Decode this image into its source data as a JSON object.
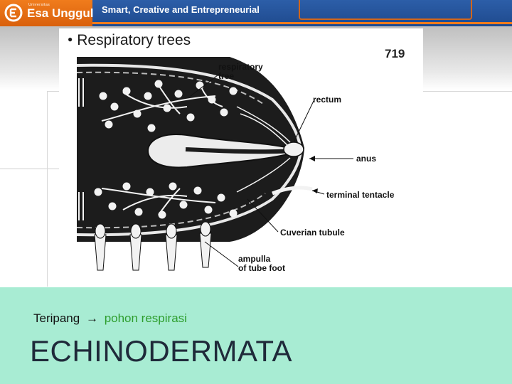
{
  "header": {
    "logo_small": "Universitas",
    "logo_text": "Esa Unggul",
    "tagline": "Smart, Creative and Entrepreneurial",
    "colors": {
      "brand_blue": "#1f4a8e",
      "brand_orange": "#f07c1c"
    }
  },
  "figure": {
    "title": "Respiratory trees",
    "number": "719",
    "labels": {
      "respiratory_tree": "respiratory\ntree",
      "rectum": "rectum",
      "anus": "anus",
      "terminal_tentacle": "terminal tentacle",
      "cuverian_tubule": "Cuverian tubule",
      "ampulla": "ampulla\nof tube foot"
    }
  },
  "slide": {
    "subtitle_left": "Teripang",
    "subtitle_arrow": "→",
    "subtitle_right": "pohon respirasi",
    "title": "ECHINODERMATA",
    "colors": {
      "panel": "#a8ecd3",
      "highlight": "#2e9e2e"
    }
  }
}
